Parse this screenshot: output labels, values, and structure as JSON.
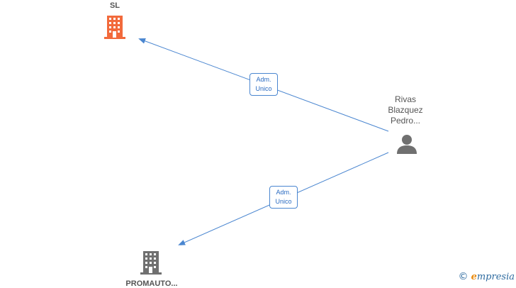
{
  "nodes": {
    "company_top": {
      "label": "SL",
      "color": "#f26a3c",
      "icon": "building-icon"
    },
    "company_bottom": {
      "label": "PROMAUTO...",
      "color": "#707070",
      "icon": "building-icon"
    },
    "person": {
      "label_lines": [
        "Rivas",
        "Blazquez",
        "Pedro..."
      ],
      "color": "#707070",
      "icon": "person-icon"
    }
  },
  "edges": [
    {
      "from": "person",
      "to": "company_top",
      "label_lines": [
        "Adm.",
        "Unico"
      ]
    },
    {
      "from": "person",
      "to": "company_bottom",
      "label_lines": [
        "Adm.",
        "Unico"
      ]
    }
  ],
  "edge_color": "#4a86d0",
  "watermark": {
    "copyright": "©",
    "first_letter": "e",
    "rest": "mpresia"
  }
}
